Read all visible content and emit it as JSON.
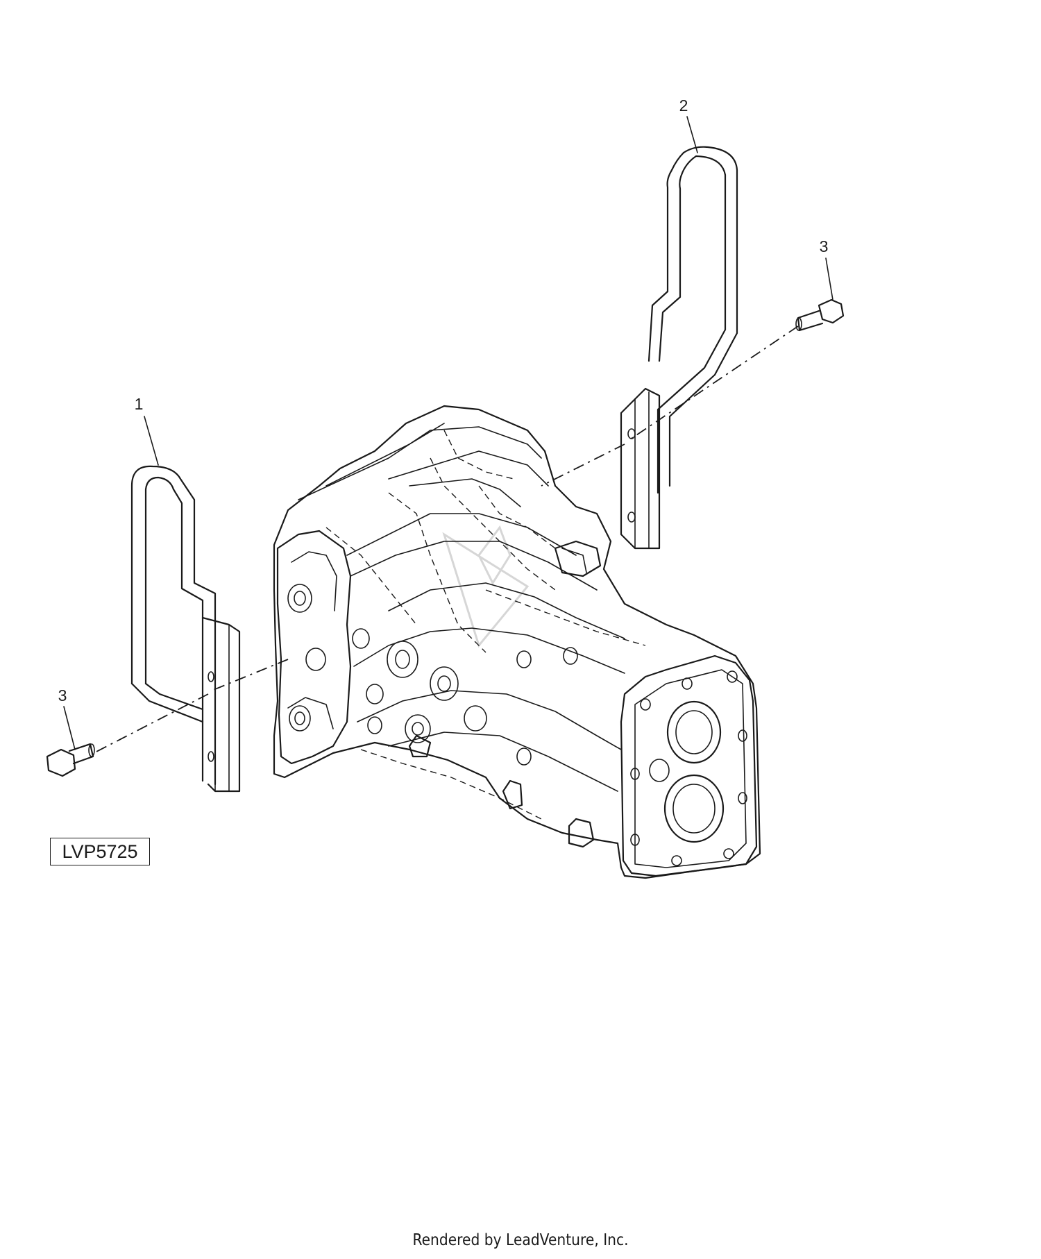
{
  "callouts": {
    "part1": "1",
    "part2": "2",
    "part3_right": "3",
    "part3_left": "3"
  },
  "figure_id": "LVP5725",
  "footer": "Rendered by LeadVenture, Inc.",
  "colors": {
    "line": "#1a1a1a",
    "background": "#ffffff",
    "watermark": "#d6d6d6"
  }
}
